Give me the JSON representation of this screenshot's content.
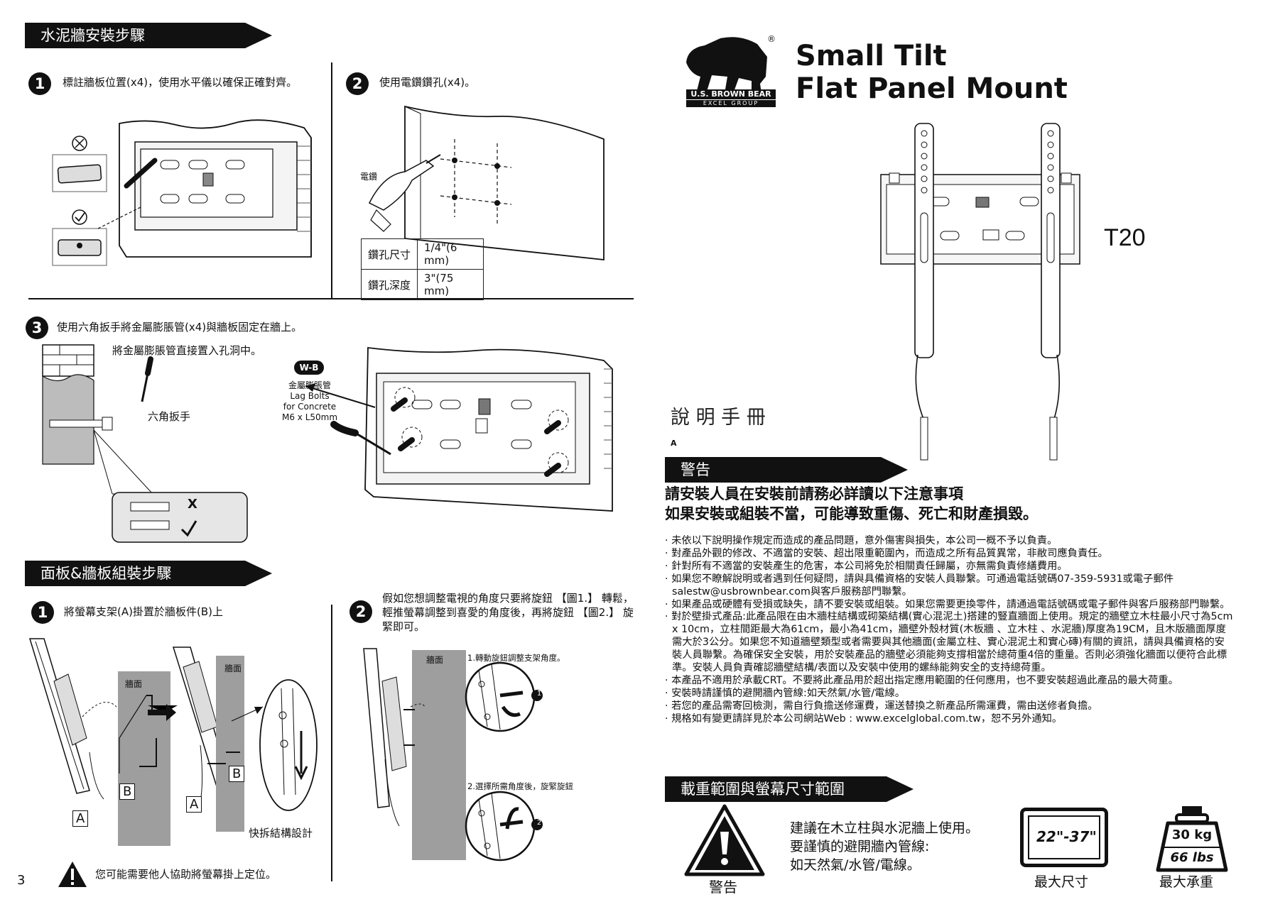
{
  "left": {
    "concrete_section": {
      "banner": "水泥牆安裝步驟",
      "step1": {
        "num": "1",
        "text": "標註牆板位置(x4)，使用水平儀以確保正確對齊。"
      },
      "step2": {
        "num": "2",
        "text": "使用電鑽鑽孔(x4)。",
        "drill_label": "電鑽"
      },
      "spec_table": [
        {
          "label": "鑽孔尺寸",
          "value": "1/4\"(6 mm)"
        },
        {
          "label": "鑽孔深度",
          "value": "3\"(75 mm)"
        }
      ],
      "step3": {
        "num": "3",
        "text": "使用六角扳手將金屬膨脹管(x4)與牆板固定在牆上。",
        "sub_text": "將金屬膨脹管直接置入孔洞中。",
        "wrench_label": "六角扳手",
        "badge": "W-B",
        "bolt_lines": [
          "金屬膨脹管",
          "Lag Bolts",
          "for Concrete",
          "M6 x L50mm"
        ],
        "mark_x": "X"
      }
    },
    "panel_section": {
      "banner": "面板&牆板組裝步驟",
      "step1": {
        "num": "1",
        "text": "將螢幕支架(A)掛置於牆板件(B)上"
      },
      "step2": {
        "num": "2",
        "text": "假如您想調整電視的角度只要將旋鈕 【圖1.】 轉鬆，輕推螢幕調整到喜愛的角度後，再將旋鈕 【圖2.】 旋緊即可。"
      },
      "wall_label": "牆面",
      "label_a": "A",
      "label_b": "B",
      "quick_release": "快拆結構設計",
      "fig1_caption": "1.轉動旋鈕調整支架角度。",
      "fig2_caption": "2.選擇所需角度後，旋緊旋鈕",
      "fig1_num": "1",
      "fig2_num": "2"
    },
    "note": "您可能需要他人協助將螢幕掛上定位。",
    "page_number": "3"
  },
  "right": {
    "brand": {
      "name": "U.S. BROWN BEAR",
      "sub": "EXCEL GROUP",
      "registered": "®"
    },
    "title_line1": "Small Tilt",
    "title_line2": "Flat Panel Mount",
    "model": "T20",
    "manual_label": "說 明 手 冊",
    "version": "A",
    "warning_banner": "警告",
    "warning_heading": [
      "請安裝人員在安裝前請務必詳讀以下注意事項",
      "如果安裝或組裝不當，可能導致重傷、死亡和財產損毀。"
    ],
    "warnings": [
      "未依以下說明操作規定而造成的產品問題，意外傷害與損失，本公司一概不予以負責。",
      "對產品外觀的修改、不適當的安裝、超出限重範圍內，而造成之所有品質異常，非敝司應負責任。",
      "針對所有不適當的安裝產生的危害，本公司將免於相關責任歸屬，亦無需負責修繕費用。",
      "如果您不瞭解說明或者遇到任何疑問，請與具備資格的安裝人員聯繫。可通過電話號碼07-359-5931或電子郵件salestw@usbrownbear.com與客戶服務部門聯繫。",
      "如果產品或硬體有受損或缺失，請不要安裝或組裝。如果您需要更換零件，請通過電話號碼或電子郵件與客戶服務部門聯繫。",
      "對於壁掛式產品:此產品限在由木牆柱結構或砌築結構(實心混泥土)搭建的豎直牆面上使用。規定的牆壁立木柱最小尺寸為5cm x 10cm，立柱間距最大為61cm，最小為41cm，牆壁外殼材質(木板牆 、立木柱 、水泥牆)厚度為19CM，且木版牆面厚度需大於3公分。如果您不知道牆壁類型或者需要與其他牆面(金屬立柱、實心混泥土和實心磚)有關的資訊，請與具備資格的安裝人員聯繫。為確保安全安裝，用於安裝產品的牆壁必須能夠支撐相當於總荷重4倍的重量。否則必須強化牆面以便符合此標準。安裝人員負責確認牆壁結構/表面以及安裝中使用的螺絲能夠安全的支持總荷重。",
      "本產品不適用於承載CRT。不要將此產品用於超出指定應用範圍的任何應用，也不要安裝超過此產品的最大荷重。",
      "安裝時請謹慎的避開牆內管線:如天然氣/水管/電線。",
      "若您的產品需寄回檢測，需自行負擔送修運費，運送替換之新產品所需運費，需由送修者負擔。",
      "規格如有變更請詳見於本公司網站Web : www.excelglobal.com.tw，恕不另外通知。"
    ],
    "load_banner": "載重範圍與螢幕尺寸範圍",
    "load_note": [
      "建議在木立柱與水泥牆上使用。",
      "要謹慎的避開牆內管線:",
      "如天然氣/水管/電線。"
    ],
    "warning_icon_label": "警告",
    "max_size": {
      "value": "22\"-37\"",
      "label": "最大尺寸"
    },
    "max_load": {
      "kg": "30 kg",
      "lbs": "66 lbs",
      "label": "最大承重"
    }
  }
}
